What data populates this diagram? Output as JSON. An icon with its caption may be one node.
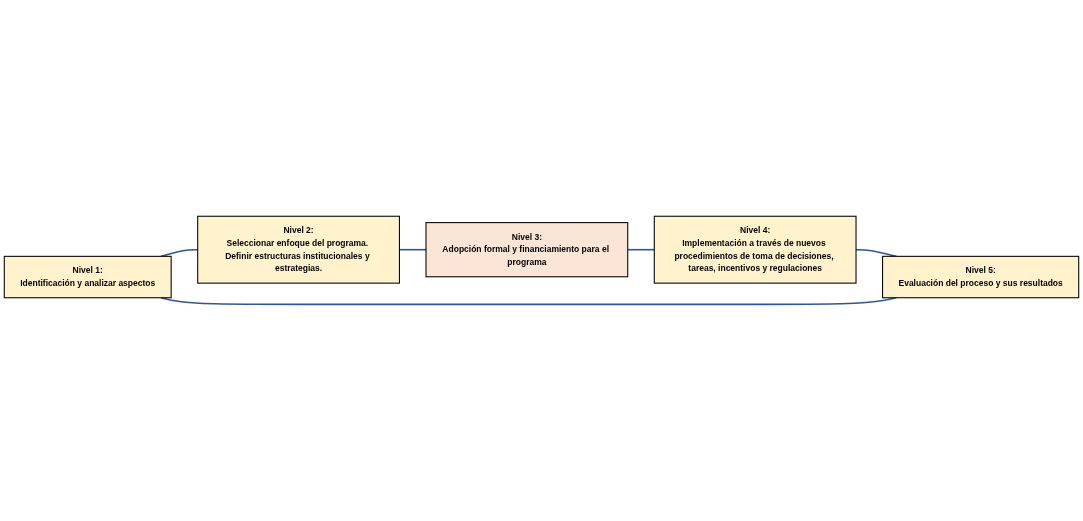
{
  "diagram": {
    "nodes": [
      {
        "text": [
          "Nivel 1:",
          "Identificación y analizar aspectos"
        ]
      },
      {
        "text": [
          "Nivel 2:",
          "Seleccionar enfoque del programa. Definir estructuras institucionales y estrategias."
        ]
      },
      {
        "text": [
          "Nivel 3:",
          "Adopción formal y financiamiento para el programa"
        ]
      },
      {
        "text": [
          "Nivel 4:",
          "Implementación a través de nuevos procedimientos de toma de decisiones, tareas, incentivos y regulaciones"
        ]
      },
      {
        "text": [
          "Nivel 5:",
          "Evaluación del proceso y sus resultados"
        ]
      }
    ],
    "edges": [
      {
        "from": 0,
        "to": 1,
        "arrow": "none"
      },
      {
        "from": 1,
        "to": 2,
        "arrow": "none"
      },
      {
        "from": 2,
        "to": 3,
        "arrow": "none"
      },
      {
        "from": 3,
        "to": 4,
        "arrow": "none"
      },
      {
        "from": 4,
        "to": 0,
        "arrow": "none"
      }
    ]
  }
}
